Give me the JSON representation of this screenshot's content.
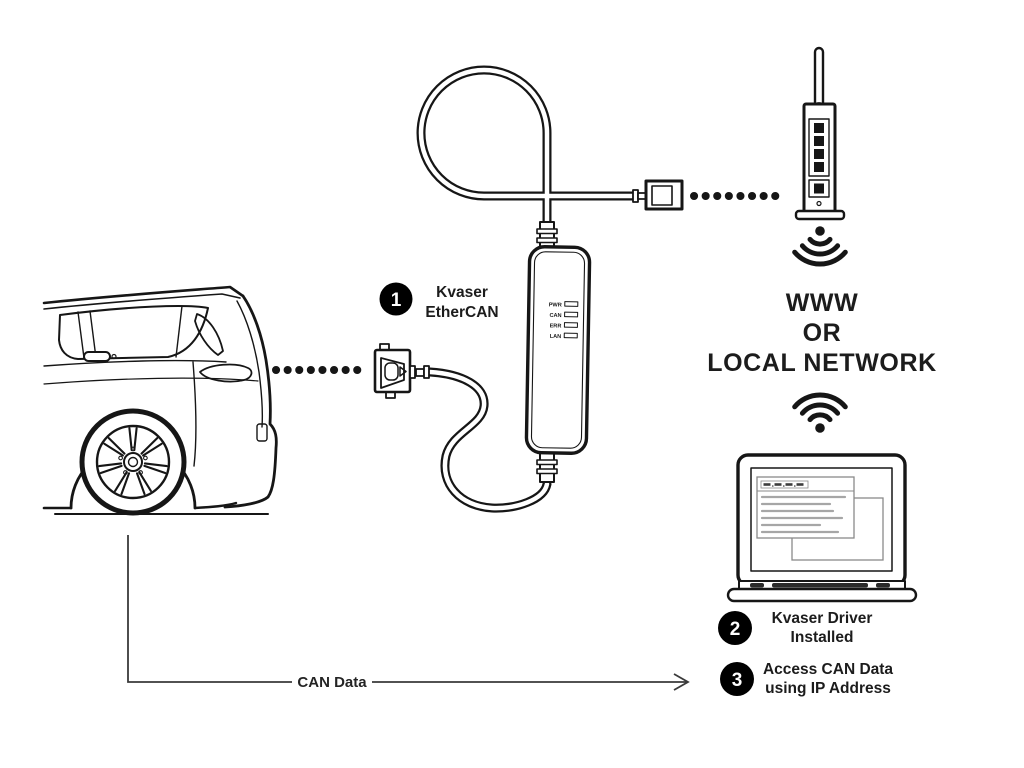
{
  "labels": {
    "network": [
      "WWW",
      "OR",
      "LOCAL NETWORK"
    ],
    "steps": [
      {
        "num": "1",
        "lines": [
          "Kvaser",
          "EtherCAN"
        ]
      },
      {
        "num": "2",
        "lines": [
          "Kvaser Driver",
          "Installed"
        ]
      },
      {
        "num": "3",
        "lines": [
          "Access CAN Data",
          "using IP Address"
        ]
      }
    ],
    "arrow": "CAN Data",
    "device_leds": [
      "PWR",
      "CAN",
      "ERR",
      "LAN"
    ]
  },
  "colors": {
    "ink": "#161616",
    "badge": "#000000",
    "content_gray": "#a6a6a6",
    "window_border": "#8a8a8a"
  }
}
